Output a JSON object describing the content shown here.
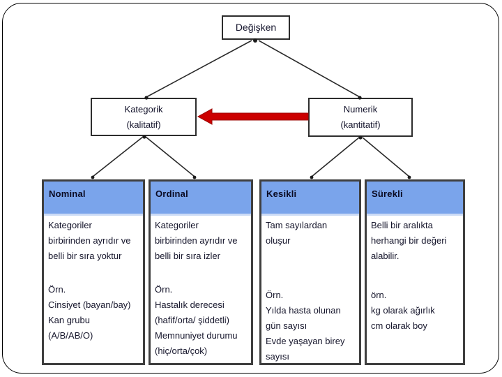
{
  "slide": {
    "root_box": {
      "label": "Değişken"
    },
    "branch_boxes": [
      {
        "name": "kategorik",
        "lines": [
          "Kategorik",
          "(kalitatif)"
        ]
      },
      {
        "name": "numerik",
        "lines": [
          "Numerik",
          "(kantitatif)"
        ]
      }
    ],
    "arrow": {
      "description": "thick red arrow from Numerik box pointing to Kategorik box",
      "color": "#cc0000"
    },
    "leaf_boxes": [
      {
        "title": "Nominal",
        "body": [
          "Kategoriler",
          "birbirinden ayrıdır ve",
          "belli bir sıra yoktur"
        ],
        "examples": [
          "Örn.",
          "Cinsiyet (bayan/bay)",
          "Kan grubu",
          "(A/B/AB/O)"
        ]
      },
      {
        "title": "Ordinal",
        "body": [
          "Kategoriler",
          "birbirinden ayrıdır ve",
          "belli bir sıra izler"
        ],
        "examples": [
          "Örn.",
          "Hastalık derecesi",
          "(hafif/orta/ şiddetli)",
          "Memnuniyet durumu",
          "(hiç/orta/çok)"
        ]
      },
      {
        "title": "Kesikli",
        "body": [
          "Tam sayılardan",
          "oluşur"
        ],
        "examples": [
          "Örn.",
          "Yılda hasta olunan",
          "gün sayısı",
          "Evde yaşayan birey",
          "sayısı"
        ]
      },
      {
        "title": "Sürekli",
        "body": [
          "Belli bir aralıkta",
          "herhangi bir değeri",
          "alabilir."
        ],
        "examples": [
          "örn.",
          "kg olarak ağırlık",
          "cm olarak boy"
        ]
      }
    ],
    "colors": {
      "leaf_header_blue": "#7aa4eb",
      "leaf_header_edge": "#ccdbf6",
      "arrow_red": "#cc0000",
      "box_border_dark": "#3f3f3f",
      "line_black": "#2a2a2a"
    }
  }
}
